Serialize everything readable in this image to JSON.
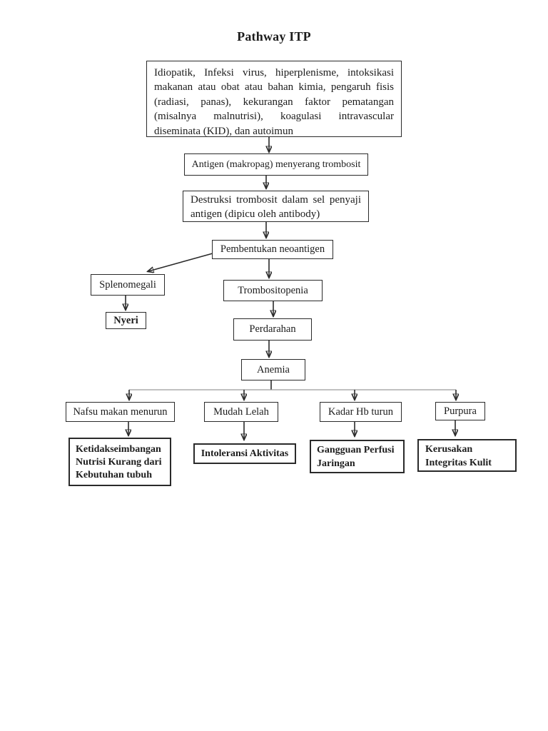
{
  "page": {
    "title": "Pathway ITP"
  },
  "colors": {
    "paper": "#ffffff",
    "ink": "#1c1c1c",
    "line": "#2a2a2a",
    "branch_line": "#9a9a9a"
  },
  "diagram": {
    "nodes": {
      "etiology": "Idiopatik, Infeksi virus, hiperplenisme, intoksikasi makanan atau obat atau bahan kimia, pengaruh fisis (radiasi, panas), kekurangan faktor pematangan (misalnya malnutrisi), koagulasi intravascular diseminata (KID), dan autoimun",
      "antigen": "Antigen (makropag) menyerang trombosit",
      "destruksi": "Destruksi trombosit dalam sel penyaji antigen (dipicu oleh antibody)",
      "neoantigen": "Pembentukan neoantigen",
      "splenomegali": "Splenomegali",
      "nyeri": "Nyeri",
      "trombositopenia": "Trombositopenia",
      "perdarahan": "Perdarahan",
      "anemia": "Anemia",
      "nafsu_makan_menurun": "Nafsu makan menurun",
      "mudah_lelah": "Mudah Lelah",
      "kadar_hb_turun": "Kadar Hb turun",
      "purpura": "Purpura",
      "ketidakseimbangan_nutrisi": "Ketidakseimbangan\nNutrisi Kurang dari\nKebutuhan tubuh",
      "intoleransi_aktivitas": "Intoleransi Aktivitas",
      "gangguan_perfusi": "Gangguan Perfusi\nJaringan",
      "kerusakan_integritas": "Kerusakan\nIntegritas Kulit"
    },
    "edges": [
      "etiology->antigen",
      "antigen->destruksi",
      "destruksi->neoantigen",
      "neoantigen->splenomegali",
      "neoantigen->trombositopenia",
      "splenomegali->nyeri",
      "trombositopenia->perdarahan",
      "perdarahan->anemia",
      "anemia->nafsu_makan_menurun",
      "anemia->mudah_lelah",
      "anemia->kadar_hb_turun",
      "anemia->purpura",
      "nafsu_makan_menurun->ketidakseimbangan_nutrisi",
      "mudah_lelah->intoleransi_aktivitas",
      "kadar_hb_turun->gangguan_perfusi",
      "purpura->kerusakan_integritas"
    ]
  }
}
